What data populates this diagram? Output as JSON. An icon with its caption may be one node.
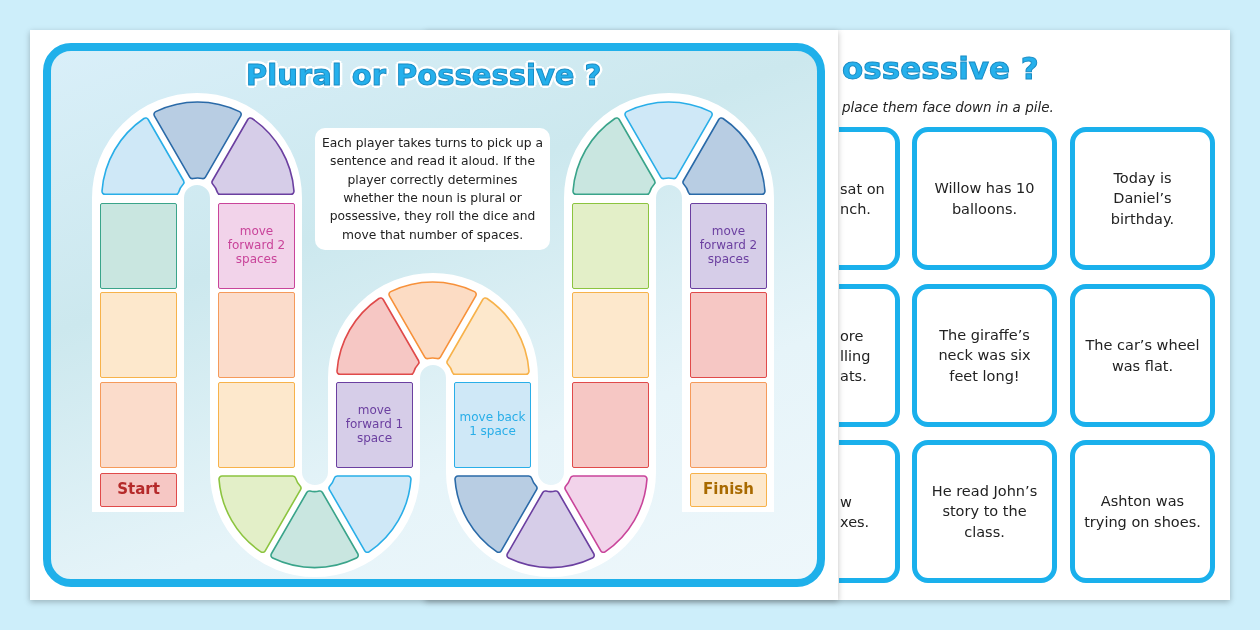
{
  "diagram": {
    "title": "Plural or Possessive ?",
    "nodes": [
      {
        "text": [
          "Each player takes turns to pick up a sentence and read it aloud. If the player correctly determines whether the noun is plural or possessive, they roll the dice and move that number of spaces."
        ]
      },
      {
        "text": [
          "Start"
        ]
      },
      {
        "text": [],
        "shape": "box"
      },
      {
        "text": [],
        "shape": "box"
      },
      {
        "text": [],
        "shape": "box"
      },
      {
        "text": [],
        "shape": "wedge"
      },
      {
        "text": [],
        "shape": "wedge"
      },
      {
        "text": [],
        "shape": "wedge"
      },
      {
        "text": [
          "move forward 2 spaces"
        ]
      },
      {
        "text": [],
        "shape": "box"
      },
      {
        "text": [],
        "shape": "box"
      },
      {
        "text": [],
        "shape": "wedge"
      },
      {
        "text": [],
        "shape": "wedge"
      },
      {
        "text": [],
        "shape": "wedge"
      },
      {
        "text": [
          "move forward 1 space"
        ]
      },
      {
        "text": [],
        "shape": "wedge"
      },
      {
        "text": [],
        "shape": "wedge"
      },
      {
        "text": [],
        "shape": "wedge"
      },
      {
        "text": [
          "move back 1 space"
        ]
      },
      {
        "text": [],
        "shape": "wedge"
      },
      {
        "text": [],
        "shape": "wedge"
      },
      {
        "text": [],
        "shape": "wedge"
      },
      {
        "text": [],
        "shape": "box"
      },
      {
        "text": [],
        "shape": "box"
      },
      {
        "text": [],
        "shape": "box"
      },
      {
        "text": [],
        "shape": "wedge"
      },
      {
        "text": [],
        "shape": "wedge"
      },
      {
        "text": [],
        "shape": "wedge"
      },
      {
        "text": [
          "move forward 2 spaces"
        ]
      },
      {
        "text": [],
        "shape": "box"
      },
      {
        "text": [],
        "shape": "box"
      },
      {
        "text": [
          "Finish"
        ]
      },
      {
        "text": [
          "sat on nch."
        ]
      },
      {
        "text": [
          "Willow has 10 balloons."
        ]
      },
      {
        "text": [
          "Today is Daniel’s birthday."
        ]
      },
      {
        "text": [
          "ore lling ats."
        ]
      },
      {
        "text": [
          "The giraffe’s neck was six feet long!"
        ]
      },
      {
        "text": [
          "The car’s wheel was flat."
        ]
      },
      {
        "text": [
          "w xes."
        ]
      },
      {
        "text": [
          "He read John’s story to the class."
        ]
      },
      {
        "text": [
          "Ashton was trying on shoes."
        ]
      }
    ],
    "labels": [
      "ossessive ?",
      "place them face down in a pile."
    ]
  }
}
